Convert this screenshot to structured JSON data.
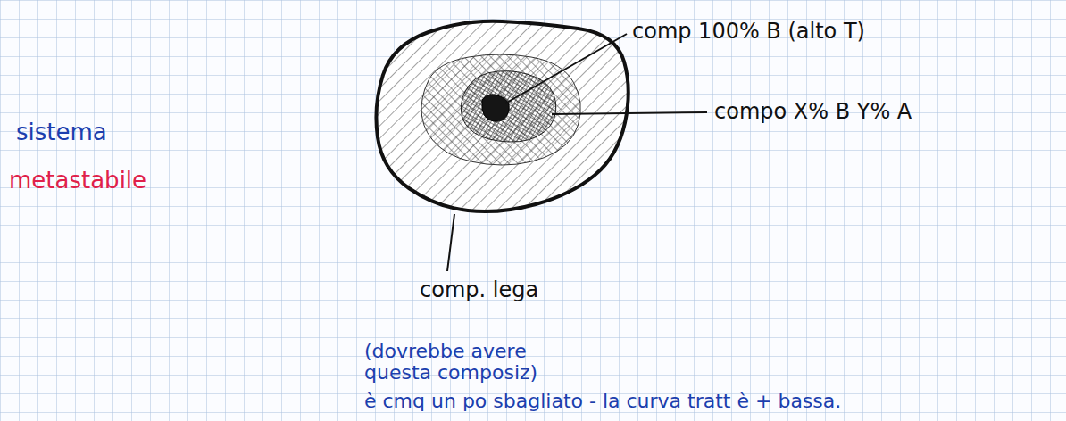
{
  "diagram": {
    "labels": [
      "comp 100% B (alto T)",
      "compo X% B Y% A",
      "sistema",
      "metastabile",
      "comp. lega",
      "(dovrebbe avere questa composiz)",
      "è cmq un po sbagliato - la curva tratt è + bassa."
    ]
  }
}
